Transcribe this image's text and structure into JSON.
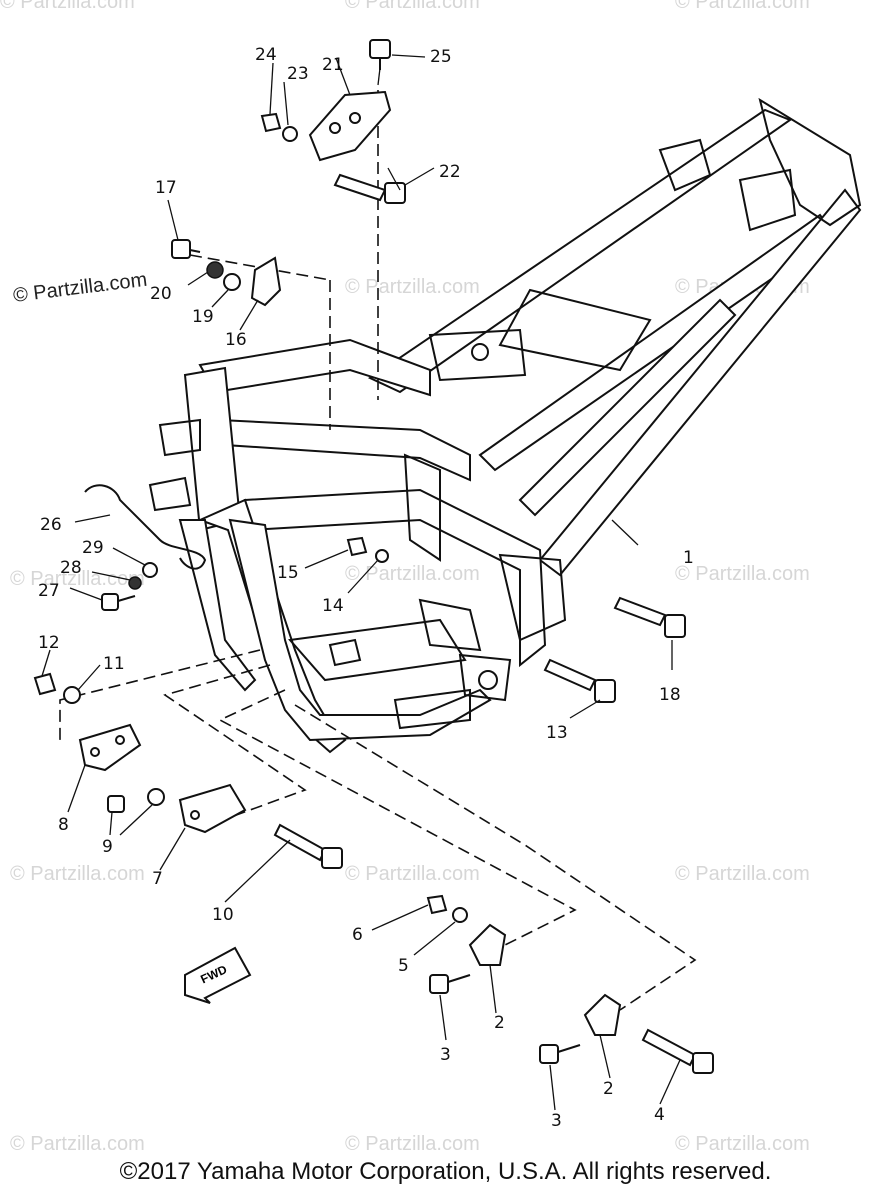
{
  "watermark": "© Partzilla.com",
  "copyright": "©2017 Yamaha Motor Corporation, U.S.A. All rights reserved.",
  "fwd_label": "FWD",
  "callouts": {
    "c1": "1",
    "c2a": "2",
    "c2b": "2",
    "c3a": "3",
    "c3b": "3",
    "c4": "4",
    "c5": "5",
    "c6": "6",
    "c7": "7",
    "c8": "8",
    "c9": "9",
    "c10": "10",
    "c11": "11",
    "c12": "12",
    "c13": "13",
    "c14": "14",
    "c15": "15",
    "c16": "16",
    "c17": "17",
    "c18": "18",
    "c19": "19",
    "c20": "20",
    "c21": "21",
    "c22": "22",
    "c23": "23",
    "c24": "24",
    "c25": "25",
    "c26": "26",
    "c27": "27",
    "c28": "28",
    "c29": "29"
  }
}
